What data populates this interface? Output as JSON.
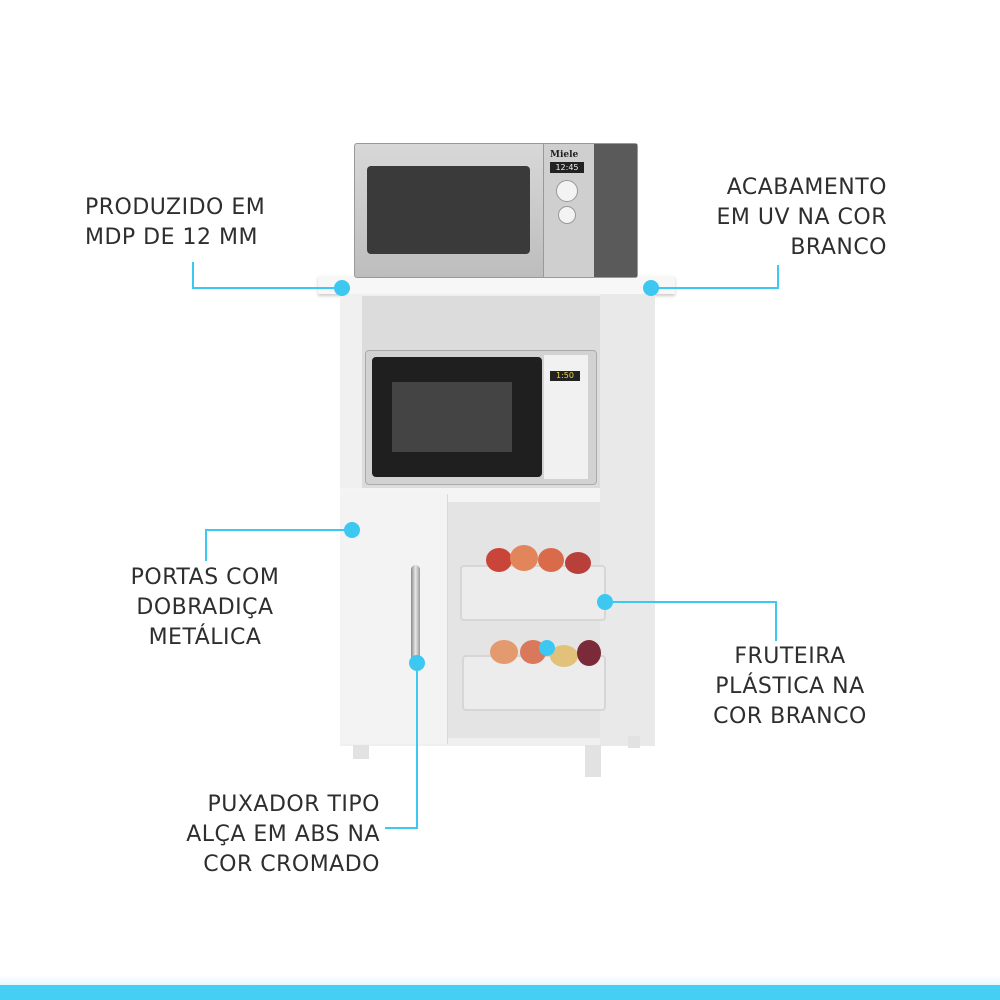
{
  "accent_color": "#3cc8f0",
  "bottom_bar_color": "#45cff5",
  "callouts": [
    {
      "id": "material",
      "text": "PRODUZIDO EM\nMDP DE 12 MM"
    },
    {
      "id": "finish",
      "text": "ACABAMENTO\nEM UV NA COR\nBRANCO"
    },
    {
      "id": "doors",
      "text": "PORTAS COM\nDOBRADIÇA\nMETÁLICA"
    },
    {
      "id": "fruit-basket",
      "text": "FRUTEIRA\nPLÁSTICA NA\nCOR BRANCO"
    },
    {
      "id": "handle",
      "text": "PUXADOR TIPO\nALÇA EM ABS NA\nCOR CROMADO"
    }
  ],
  "product": {
    "top_microwave_brand": "Miele",
    "top_microwave_display": "12:45",
    "lower_microwave_display": "1:50"
  }
}
